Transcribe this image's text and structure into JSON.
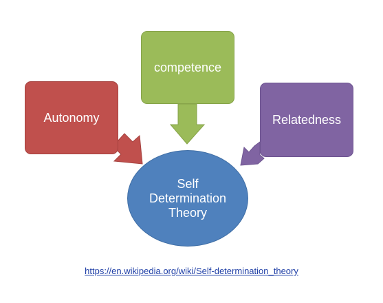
{
  "diagram": {
    "nodes": {
      "autonomy": "Autonomy",
      "competence": "competence",
      "relatedness": "Relatedness",
      "center": [
        "Self",
        "Determination",
        "Theory"
      ]
    },
    "edges": [
      {
        "from": "autonomy",
        "to": "center"
      },
      {
        "from": "competence",
        "to": "center"
      },
      {
        "from": "relatedness",
        "to": "center"
      }
    ],
    "colors": {
      "autonomy": "#c0504d",
      "competence": "#9bbb59",
      "relatedness": "#8064a2",
      "center": "#4f81bd"
    }
  },
  "source_link": "https://en.wikipedia.org/wiki/Self-determination_theory"
}
